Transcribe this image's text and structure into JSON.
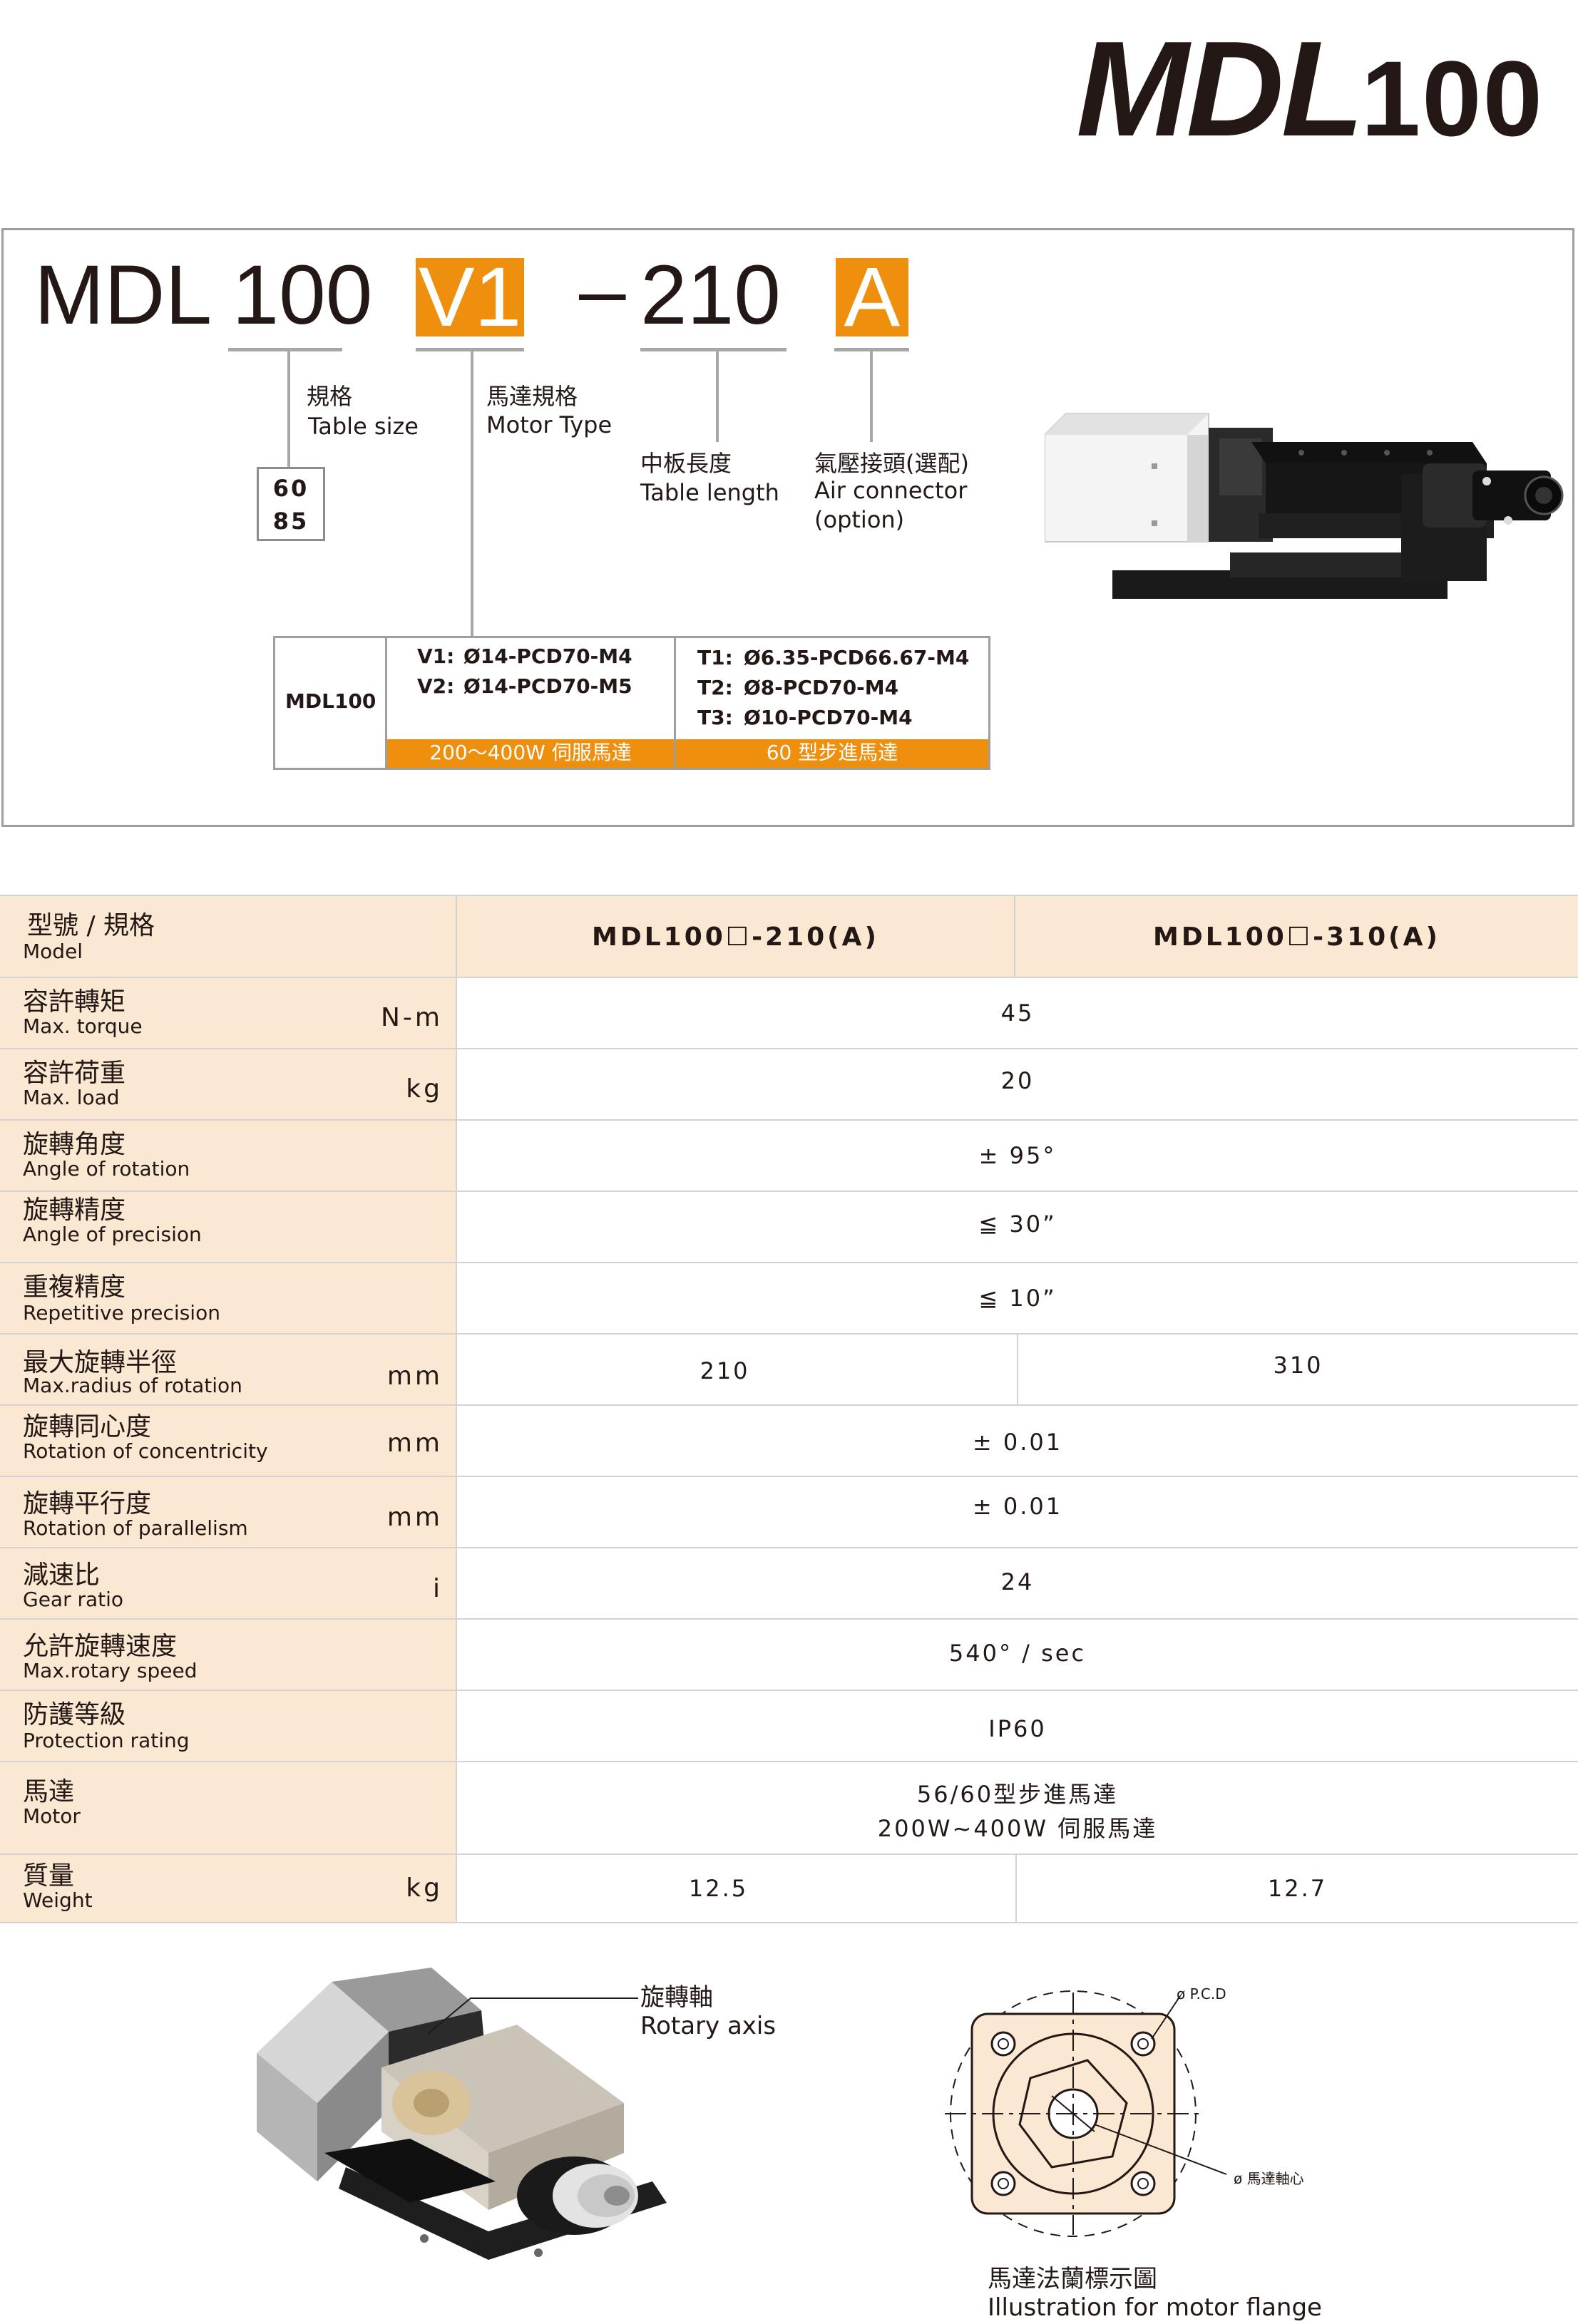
{
  "title": {
    "prefix": "MDL",
    "number": "100"
  },
  "order_code": {
    "model": "MDL 100",
    "motor": "V1",
    "dash": "–",
    "length": "210",
    "air": "A"
  },
  "order_labels": {
    "table_size_zh": "規格",
    "table_size_en": "Table size",
    "sizes": [
      "60",
      "85"
    ],
    "motor_type_zh": "馬達規格",
    "motor_type_en": "Motor Type",
    "table_length_zh": "中板長度",
    "table_length_en": "Table length",
    "air_zh": "氣壓接頭(選配)",
    "air_en1": "Air connector",
    "air_en2": "(option)"
  },
  "motor_table": {
    "model": "MDL100",
    "servo": [
      {
        "code": "V1:",
        "spec": "Ø14-PCD70-M4"
      },
      {
        "code": "V2:",
        "spec": "Ø14-PCD70-M5"
      }
    ],
    "stepper": [
      {
        "code": "T1:",
        "spec": "Ø6.35-PCD66.67-M4"
      },
      {
        "code": "T2:",
        "spec": "Ø8-PCD70-M4"
      },
      {
        "code": "T3:",
        "spec": "Ø10-PCD70-M4"
      }
    ],
    "servo_label": "200〜400W 伺服馬達",
    "stepper_label": "60 型步進馬達"
  },
  "spec_table": {
    "header": {
      "zh": "型號 / 規格",
      "en": "Model",
      "col1": "MDL100☐-210(A)",
      "col2": "MDL100☐-310(A)"
    },
    "rows": [
      {
        "zh": "容許轉矩",
        "en": "Max. torque",
        "unit": "N-m",
        "value": "45"
      },
      {
        "zh": "容許荷重",
        "en": "Max. load",
        "unit": "kg",
        "value": "20"
      },
      {
        "zh": "旋轉角度",
        "en": "Angle of rotation",
        "unit": "",
        "value": "± 95°"
      },
      {
        "zh": "旋轉精度",
        "en": "Angle of precision",
        "unit": "",
        "value": "≦ 30”"
      },
      {
        "zh": "重複精度",
        "en": "Repetitive precision",
        "unit": "",
        "value": "≦ 10”"
      },
      {
        "zh": "最大旋轉半徑",
        "en": "Max.radius of rotation",
        "unit": "mm",
        "value1": "210",
        "value2": "310"
      },
      {
        "zh": "旋轉同心度",
        "en": "Rotation of concentricity",
        "unit": "mm",
        "value": "± 0.01"
      },
      {
        "zh": "旋轉平行度",
        "en": "Rotation of parallelism",
        "unit": "mm",
        "value": "± 0.01"
      },
      {
        "zh": "減速比",
        "en": "Gear ratio",
        "unit": "i",
        "value": "24"
      },
      {
        "zh": "允許旋轉速度",
        "en": "Max.rotary speed",
        "unit": "",
        "value": "540° / sec"
      },
      {
        "zh": "防護等級",
        "en": "Protection rating",
        "unit": "",
        "value": "IP60"
      },
      {
        "zh": "馬達",
        "en": "Motor",
        "unit": "",
        "value_line1": "56/60型步進馬達",
        "value_line2": "200W~400W 伺服馬達"
      },
      {
        "zh": "質量",
        "en": "Weight",
        "unit": "kg",
        "value1": "12.5",
        "value2": "12.7"
      }
    ]
  },
  "figures": {
    "rotary_axis_zh": "旋轉軸",
    "rotary_axis_en": "Rotary axis",
    "pcd_label": "ø P.C.D",
    "motor_axis_label": "ø 馬達軸心",
    "flange_zh": "馬達法蘭標示圖",
    "flange_en": "Illustration for motor flange"
  },
  "colors": {
    "accent": "#ee8f0d",
    "row_label_bg": "#fbe8d2",
    "text": "#231815"
  }
}
